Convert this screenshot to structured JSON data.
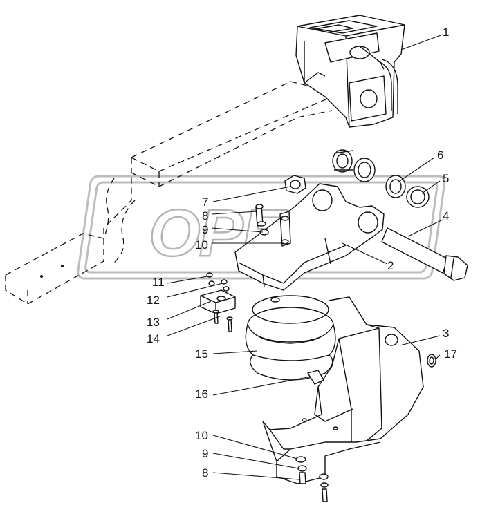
{
  "watermark_logo": "OPEX",
  "callouts": [
    {
      "id": "c1",
      "label": "1"
    },
    {
      "id": "c6",
      "label": "6"
    },
    {
      "id": "c5",
      "label": "5"
    },
    {
      "id": "c4",
      "label": "4"
    },
    {
      "id": "c7",
      "label": "7"
    },
    {
      "id": "c8a",
      "label": "8"
    },
    {
      "id": "c9a",
      "label": "9"
    },
    {
      "id": "c10a",
      "label": "10"
    },
    {
      "id": "c2",
      "label": "2"
    },
    {
      "id": "c11",
      "label": "11"
    },
    {
      "id": "c12",
      "label": "12"
    },
    {
      "id": "c13",
      "label": "13"
    },
    {
      "id": "c14",
      "label": "14"
    },
    {
      "id": "c3",
      "label": "3"
    },
    {
      "id": "c17",
      "label": "17"
    },
    {
      "id": "c15",
      "label": "15"
    },
    {
      "id": "c16",
      "label": "16"
    },
    {
      "id": "c10b",
      "label": "10"
    },
    {
      "id": "c9b",
      "label": "9"
    },
    {
      "id": "c8b",
      "label": "8"
    }
  ]
}
